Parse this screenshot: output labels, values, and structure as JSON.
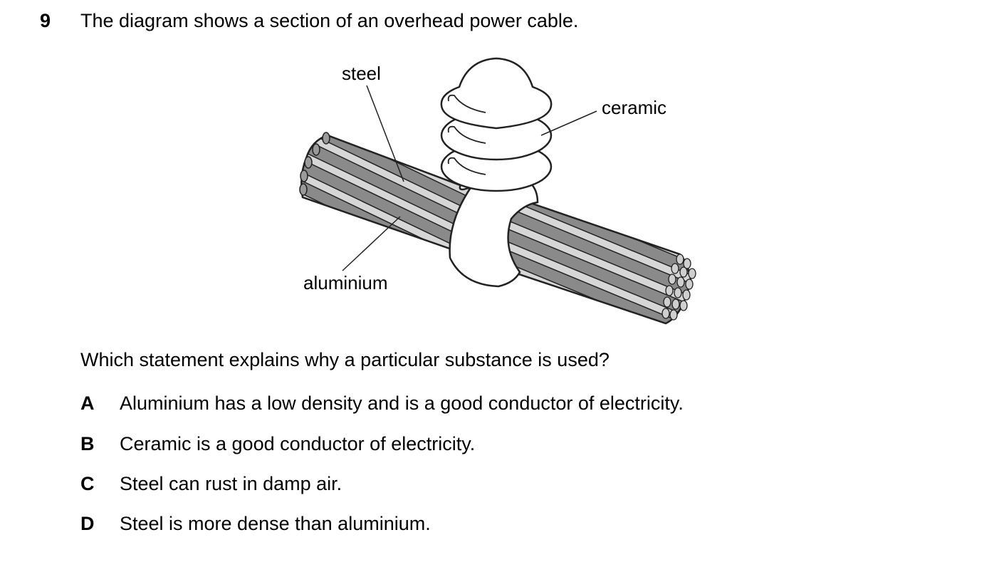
{
  "question": {
    "number": "9",
    "text": "The diagram shows a section of an overhead power cable."
  },
  "diagram": {
    "labels": {
      "steel": "steel",
      "ceramic": "ceramic",
      "aluminium": "aluminium"
    }
  },
  "prompt": "Which statement explains why a particular substance is used?",
  "options": [
    {
      "letter": "A",
      "text": "Aluminium has a low density and is a good conductor of electricity."
    },
    {
      "letter": "B",
      "text": "Ceramic is a good conductor of electricity."
    },
    {
      "letter": "C",
      "text": "Steel can rust in damp air."
    },
    {
      "letter": "D",
      "text": "Steel is more dense than aluminium."
    }
  ]
}
